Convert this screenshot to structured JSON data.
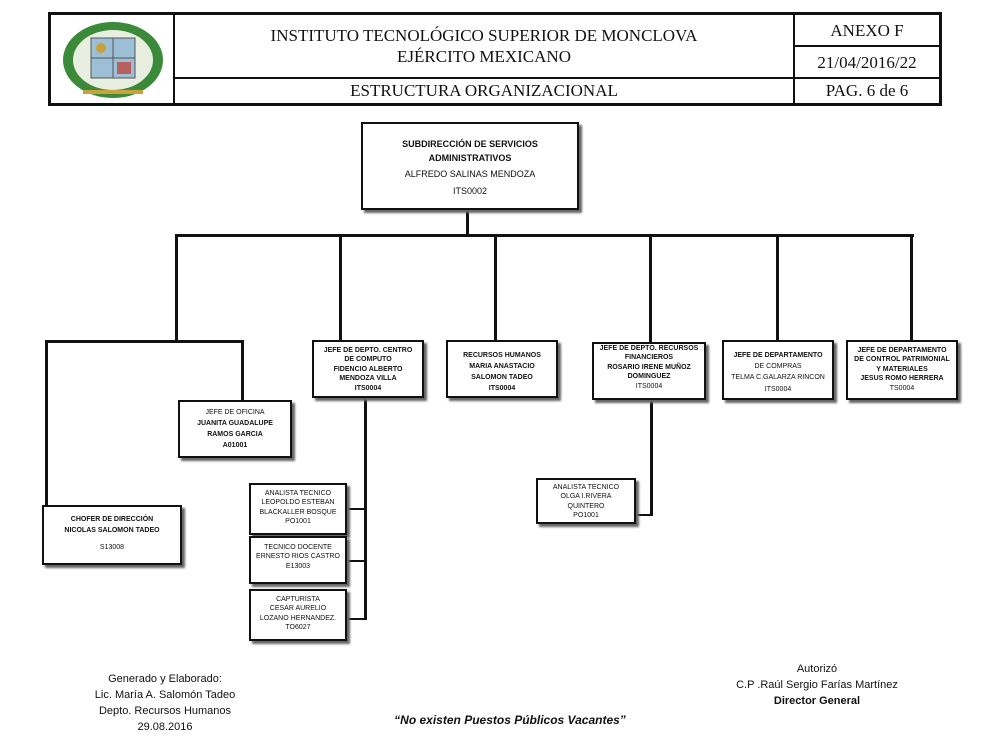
{
  "header": {
    "institute": "INSTITUTO TECNOLÓGICO SUPERIOR DE MONCLOVA",
    "subtitle": "EJÉRCITO MEXICANO",
    "section": "ESTRUCTURA ORGANIZACIONAL",
    "annex": "ANEXO F",
    "date_code": "21/04/2016/22",
    "page": "PAG. 6 de 6"
  },
  "org": {
    "top": {
      "title": "SUBDIRECCIÓN DE SERVICIOS ADMINISTRATIVOS",
      "name": "ALFREDO SALINAS MENDOZA",
      "code": "ITS0002"
    },
    "oficina": {
      "title": "JEFE DE OFICINA",
      "name": "JUANITA GUADALUPE RAMOS GARCIA",
      "code": "A01001"
    },
    "chofer": {
      "title": "CHOFER DE DIRECCIÓN",
      "name": "NICOLAS SALOMON TADEO",
      "code": "S13008"
    },
    "computo": {
      "title": "JEFE DE DEPTO. CENTRO DE COMPUTO",
      "name": "FIDENCIO ALBERTO MENDOZA VILLA",
      "code": "ITS0004"
    },
    "analista1": {
      "title": "ANALISTA TECNICO",
      "name": "LEOPOLDO ESTEBAN BLACKALLER BOSQUE",
      "code": "PO1001"
    },
    "tecnico": {
      "title": "TECNICO DOCENTE",
      "name": "ERNESTO RIOS CASTRO",
      "code": "E13003"
    },
    "capturista": {
      "title": "CAPTURISTA",
      "name": "CESAR AURELIO LOZANO HERNANDEZ.",
      "code": "TO6027"
    },
    "rh": {
      "title": "RECURSOS HUMANOS",
      "name": "MARIA ANASTACIO SALOMON TADEO",
      "code": "ITS0004"
    },
    "financieros": {
      "title": "JEFE DE DEPTO. RECURSOS FINANCIEROS",
      "name": "ROSARIO IRENE MUÑOZ DOMINGUEZ",
      "code": "ITS0004"
    },
    "analista2": {
      "title": "ANALISTA TECNICO",
      "name": "OLGA I.RIVERA QUINTERO",
      "code": "PO1001"
    },
    "compras": {
      "title": "JEFE DE DEPARTAMENTO",
      "sub": "DE COMPRAS",
      "name": "TELMA C.GALARZA RINCON",
      "code": "ITS0004"
    },
    "patrimonial": {
      "title": "JEFE DE DEPARTAMENTO DE CONTROL PATRIMONIAL Y MATERIALES",
      "name": "JESUS ROMO HERRERA",
      "code": "TS0004"
    }
  },
  "footer": {
    "left": [
      "Generado y Elaborado:",
      "Lic. María A. Salomón Tadeo",
      "Depto. Recursos Humanos",
      "29.08.2016"
    ],
    "center": "“No existen Puestos Públicos Vacantes”",
    "right": [
      "Autorizó",
      "C.P .Raúl Sergio Farías Martínez",
      "Director General"
    ]
  },
  "colors": {
    "logo_green": "#3a8a3a",
    "logo_gold": "#c8a23a"
  }
}
